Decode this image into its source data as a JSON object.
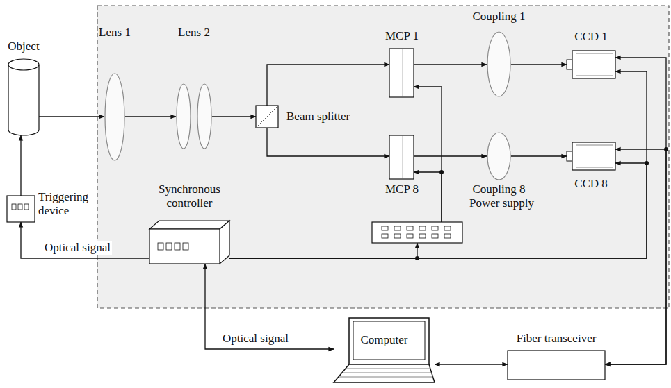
{
  "diagram": {
    "nodes": [
      {
        "text": [
          "Object"
        ]
      },
      {
        "text": [
          "Lens 1"
        ]
      },
      {
        "text": [
          "Lens 2"
        ]
      },
      {
        "text": [
          "Beam splitter"
        ]
      },
      {
        "text": [
          "MCP 1"
        ]
      },
      {
        "text": [
          "MCP 8"
        ]
      },
      {
        "text": [
          "Coupling 1"
        ]
      },
      {
        "text": [
          "Coupling 8"
        ]
      },
      {
        "text": [
          "CCD 1"
        ]
      },
      {
        "text": [
          "CCD 8"
        ]
      },
      {
        "text": [
          "Triggering device"
        ]
      },
      {
        "text": [
          "Synchronous controller"
        ]
      },
      {
        "text": [
          "Power supply"
        ]
      },
      {
        "text": [
          "Computer"
        ]
      },
      {
        "text": [
          "Fiber transceiver"
        ]
      }
    ],
    "edges": [
      {
        "from": 0,
        "to": 1,
        "arrow": "to"
      },
      {
        "from": 1,
        "to": 2,
        "arrow": "to"
      },
      {
        "from": 2,
        "to": 3,
        "arrow": "to"
      },
      {
        "from": 3,
        "to": 4,
        "arrow": "to"
      },
      {
        "from": 3,
        "to": 5,
        "arrow": "to"
      },
      {
        "from": 4,
        "to": 6,
        "arrow": "to"
      },
      {
        "from": 6,
        "to": 8,
        "arrow": "to"
      },
      {
        "from": 5,
        "to": 7,
        "arrow": "to"
      },
      {
        "from": 7,
        "to": 9,
        "arrow": "to"
      },
      {
        "from": 10,
        "to": 0,
        "arrow": "to"
      },
      {
        "from": 11,
        "to": 10,
        "arrow": "to",
        "label": "Optical signal"
      },
      {
        "from": 12,
        "to": 4,
        "arrow": "to"
      },
      {
        "from": 12,
        "to": 5,
        "arrow": "to"
      },
      {
        "from": 11,
        "to": 12,
        "arrow": "to"
      },
      {
        "from": 11,
        "to": 8,
        "arrow": "to"
      },
      {
        "from": 11,
        "to": 9,
        "arrow": "to"
      },
      {
        "from": 14,
        "to": 8,
        "arrow": "both"
      },
      {
        "from": 14,
        "to": 9,
        "arrow": "both"
      },
      {
        "from": 13,
        "to": 11,
        "arrow": "both",
        "label": "Optical signal"
      },
      {
        "from": 13,
        "to": 14,
        "arrow": "both"
      }
    ]
  }
}
